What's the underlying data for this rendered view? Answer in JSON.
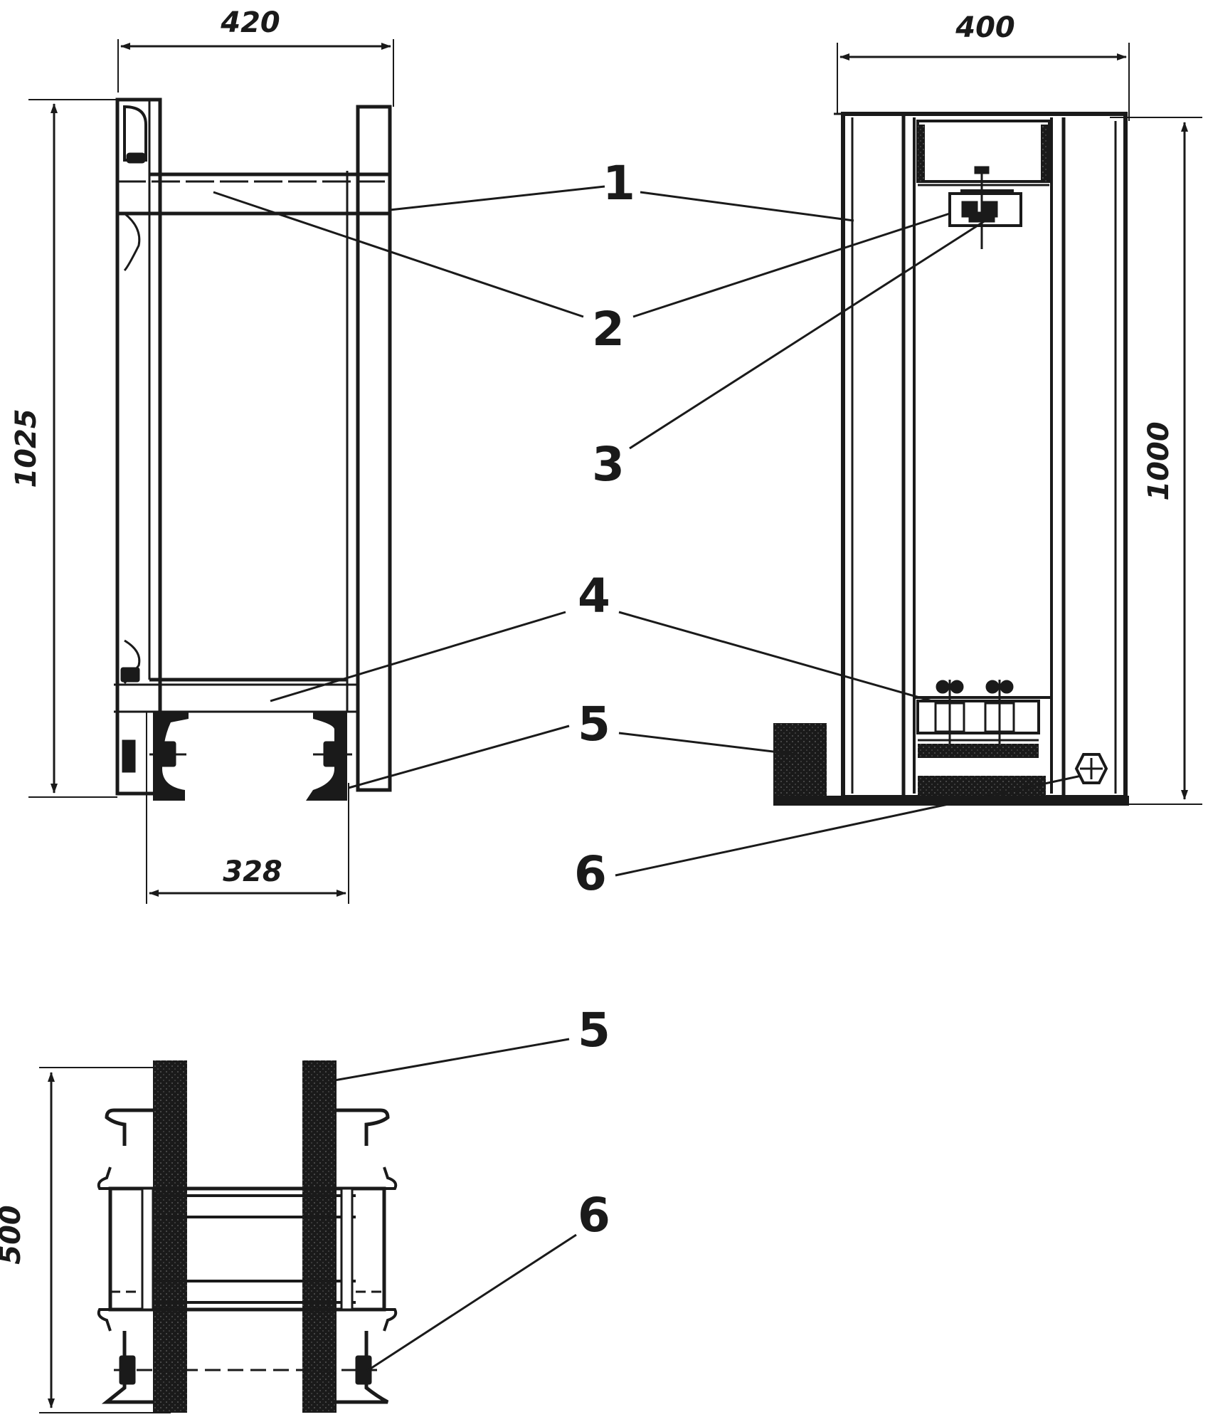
{
  "dimensions": {
    "width_420": "420",
    "width_400": "400",
    "height_1025": "1025",
    "height_1000": "1000",
    "width_328": "328",
    "height_500": "500"
  },
  "callouts": {
    "c1": "1",
    "c2": "2",
    "c3": "3",
    "c4_top": "4",
    "c5_mid": "5",
    "c6_mid": "6",
    "c5_bottom": "5",
    "c6_bottom": "6"
  },
  "colors": {
    "ink": "#1a1a1a",
    "paper": "#ffffff"
  }
}
